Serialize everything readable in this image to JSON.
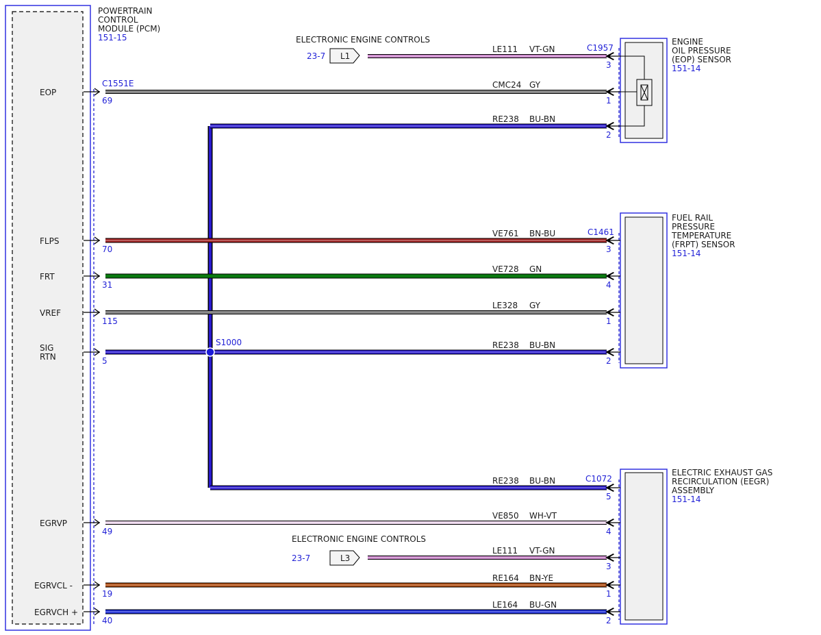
{
  "pcm": {
    "title": [
      "POWERTRAIN",
      "CONTROL",
      "MODULE (PCM)"
    ],
    "ref": "151-15",
    "connector": "C1551E"
  },
  "eop_sensor": {
    "title": [
      "ENGINE",
      "OIL PRESSURE",
      "(EOP) SENSOR"
    ],
    "ref": "151-14",
    "connector": "C1957"
  },
  "frpt_sensor": {
    "title": [
      "FUEL RAIL",
      "PRESSURE",
      "TEMPERATURE",
      "(FRPT) SENSOR"
    ],
    "ref": "151-14",
    "connector": "C1461"
  },
  "eegr": {
    "title": [
      "ELECTRIC EXHAUST GAS",
      "RECIRCULATION (EEGR)",
      "ASSEMBLY"
    ],
    "ref": "151-14",
    "connector": "C1072"
  },
  "offpage": [
    {
      "title": "ELECTRONIC ENGINE CONTROLS",
      "ref": "23-7",
      "tag": "L1"
    },
    {
      "title": "ELECTRONIC ENGINE CONTROLS",
      "ref": "23-7",
      "tag": "L3"
    }
  ],
  "splice": "S1000",
  "wire_colors": {
    "GY": "#8a8a8a",
    "BU-BN": "#2a1ad0",
    "VT-GN": "#c880c8",
    "BN-BU": "#a02020",
    "GN": "#0a7a10",
    "WH-VT": "#e8d0e8",
    "BN-YE": "#b04a0c",
    "BU-GN": "#1a2ad8"
  },
  "circuits": [
    {
      "pcm_label": "EOP",
      "pcm_pin": "69",
      "circuit": "CMC24",
      "color": "GY",
      "comp_pin": "1"
    },
    {
      "pcm_label": "",
      "pcm_pin": "",
      "circuit": "RE238",
      "color": "BU-BN",
      "comp_pin": "2"
    },
    {
      "pcm_label": "",
      "pcm_pin": "",
      "circuit": "LE111",
      "color": "VT-GN",
      "comp_pin": "3"
    },
    {
      "pcm_label": "FLPS",
      "pcm_pin": "70",
      "circuit": "VE761",
      "color": "BN-BU",
      "comp_pin": "3"
    },
    {
      "pcm_label": "FRT",
      "pcm_pin": "31",
      "circuit": "VE728",
      "color": "GN",
      "comp_pin": "4"
    },
    {
      "pcm_label": "VREF",
      "pcm_pin": "115",
      "circuit": "LE328",
      "color": "GY",
      "comp_pin": "1"
    },
    {
      "pcm_label": "SIG\nRTN",
      "pcm_pin": "5",
      "circuit": "RE238",
      "color": "BU-BN",
      "comp_pin": "2"
    },
    {
      "pcm_label": "",
      "pcm_pin": "",
      "circuit": "RE238",
      "color": "BU-BN",
      "comp_pin": "5"
    },
    {
      "pcm_label": "EGRVP",
      "pcm_pin": "49",
      "circuit": "VE850",
      "color": "WH-VT",
      "comp_pin": "4"
    },
    {
      "pcm_label": "",
      "pcm_pin": "",
      "circuit": "LE111",
      "color": "VT-GN",
      "comp_pin": "3"
    },
    {
      "pcm_label": "EGRVCL -",
      "pcm_pin": "19",
      "circuit": "RE164",
      "color": "BN-YE",
      "comp_pin": "1"
    },
    {
      "pcm_label": "EGRVCH +",
      "pcm_pin": "40",
      "circuit": "LE164",
      "color": "BU-GN",
      "comp_pin": "2"
    }
  ]
}
